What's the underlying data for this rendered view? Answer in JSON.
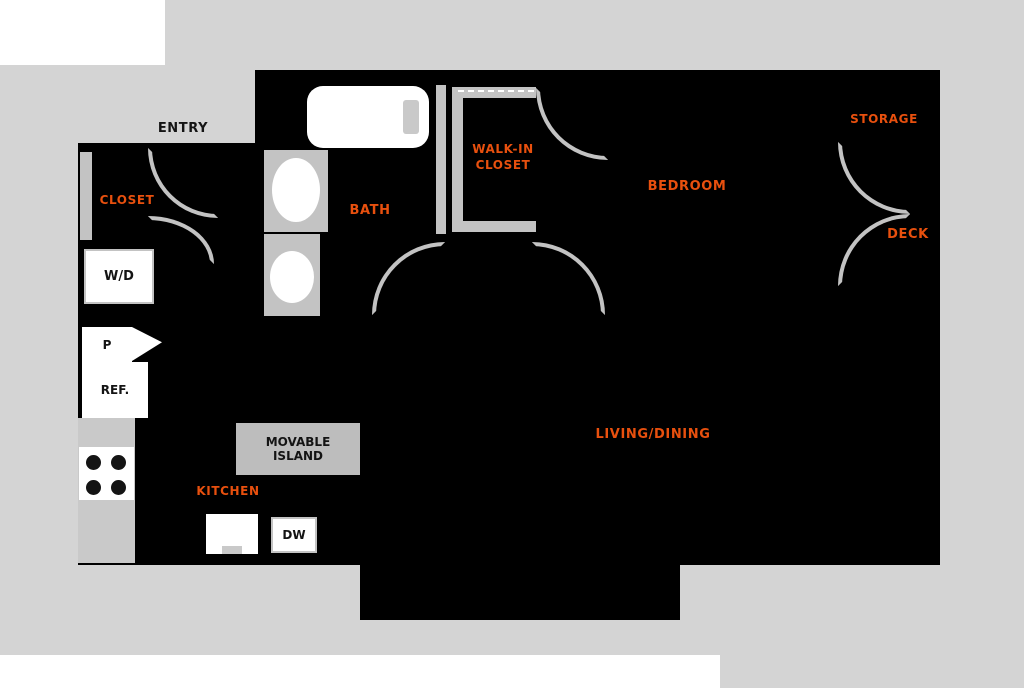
{
  "colors": {
    "background": "#d4d4d4",
    "floor": "#000000",
    "wall": "#c3c3c3",
    "counter": "#c9c9c9",
    "island": "#bdbdbd",
    "accent_label": "#e8500e",
    "dark_label": "#141414",
    "fixture": "#ffffff"
  },
  "rooms": {
    "entry": "ENTRY",
    "closet": "CLOSET",
    "bath": "BATH",
    "walk_in_closet": "WALK-IN CLOSET",
    "bedroom": "BEDROOM",
    "storage": "STORAGE",
    "deck": "DECK",
    "living_dining": "LIVING/DINING",
    "kitchen": "KITCHEN"
  },
  "fixtures": {
    "washer_dryer": "W/D",
    "pantry": "P",
    "refrigerator": "REF.",
    "movable_island": "MOVABLE ISLAND",
    "dishwasher": "DW"
  }
}
